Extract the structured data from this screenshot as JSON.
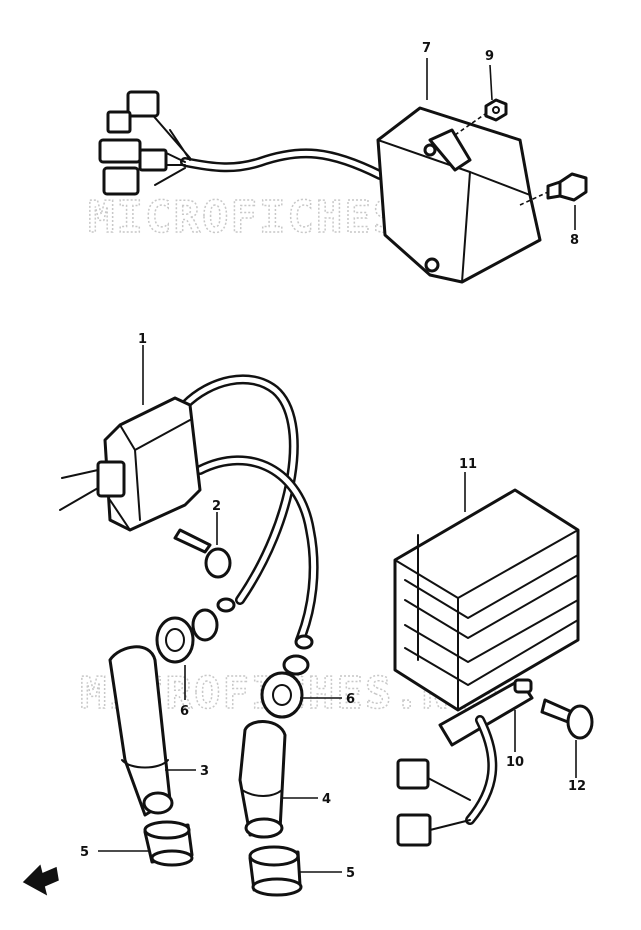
{
  "watermark": "MICROFICHES.NET",
  "callouts": {
    "p1": "1",
    "p2": "2",
    "p3": "3",
    "p4": "4",
    "p5a": "5",
    "p5b": "5",
    "p6a": "6",
    "p6b": "6",
    "p7": "7",
    "p8": "8",
    "p9": "9",
    "p10": "10",
    "p11": "11",
    "p12": "12"
  },
  "front_arrow_icon": "front-arrow-icon"
}
